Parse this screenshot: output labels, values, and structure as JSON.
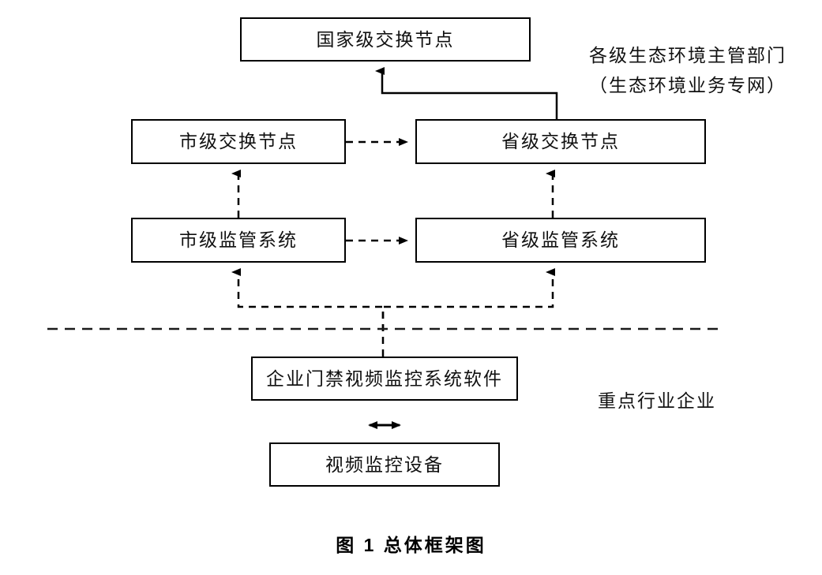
{
  "figure": {
    "caption": "图 1  总体框架图",
    "type": "block-diagram"
  },
  "nodes": {
    "national_exchange": "国家级交换节点",
    "city_exchange": "市级交换节点",
    "province_exchange": "省级交换节点",
    "city_supervision": "市级监管系统",
    "province_supervision": "省级监管系统",
    "enterprise_software": "企业门禁视频监控系统软件",
    "video_device": "视频监控设备"
  },
  "regions": {
    "government_line1": "各级生态环境主管部门",
    "government_line2": "（生态环境业务专网）",
    "enterprise": "重点行业企业"
  },
  "colors": {
    "stroke": "#000000",
    "text": "#111111",
    "background": "#ffffff"
  }
}
